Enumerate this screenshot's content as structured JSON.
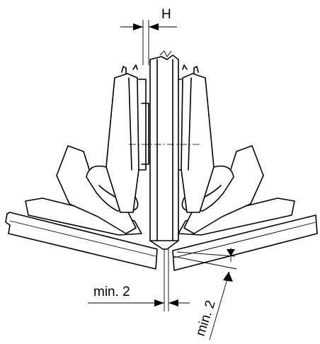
{
  "dimensions": {
    "gap_top": "H",
    "gap_bottom": "min. 2",
    "offset_diagonal": "min. 2"
  },
  "colors": {
    "line": "#000000",
    "background": "#ffffff"
  }
}
